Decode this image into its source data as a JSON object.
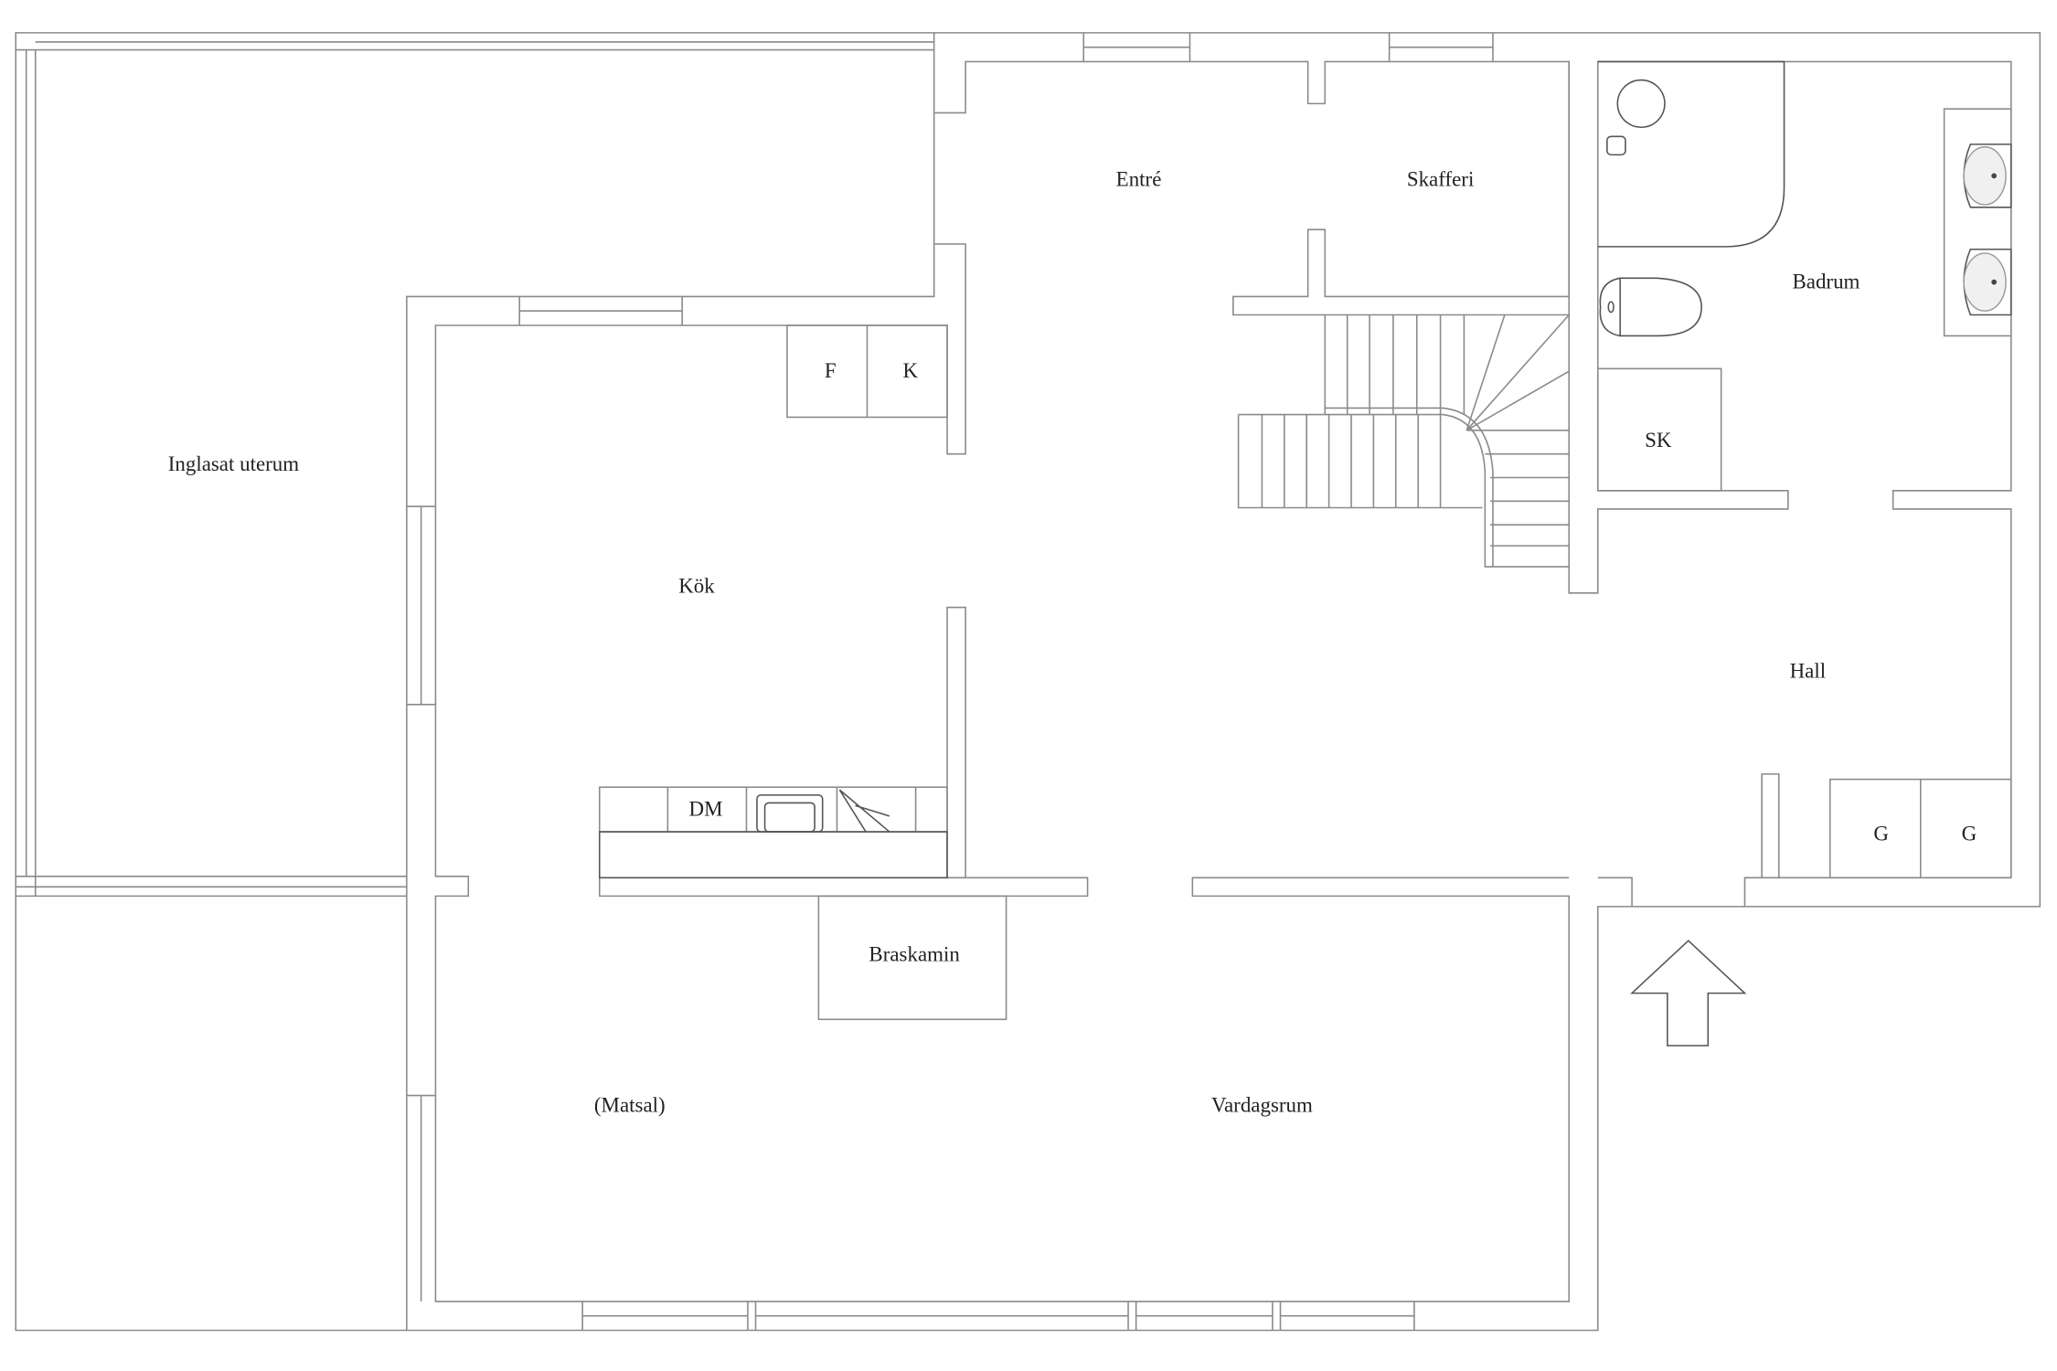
{
  "floorplan": {
    "rooms": {
      "uterum": "Inglasat uterum",
      "kok": "Kök",
      "matsal": "(Matsal)",
      "vardagsrum": "Vardagsrum",
      "entre": "Entré",
      "skafferi": "Skafferi",
      "badrum": "Badrum",
      "hall": "Hall",
      "braskamin": "Braskamin"
    },
    "fixtures": {
      "freezer": "F",
      "fridge": "K",
      "dishwasher": "DM",
      "closet": "SK",
      "wardrobe_1": "G",
      "wardrobe_2": "G"
    },
    "colors": {
      "line": "#8a8a8a",
      "text": "#222222"
    }
  }
}
